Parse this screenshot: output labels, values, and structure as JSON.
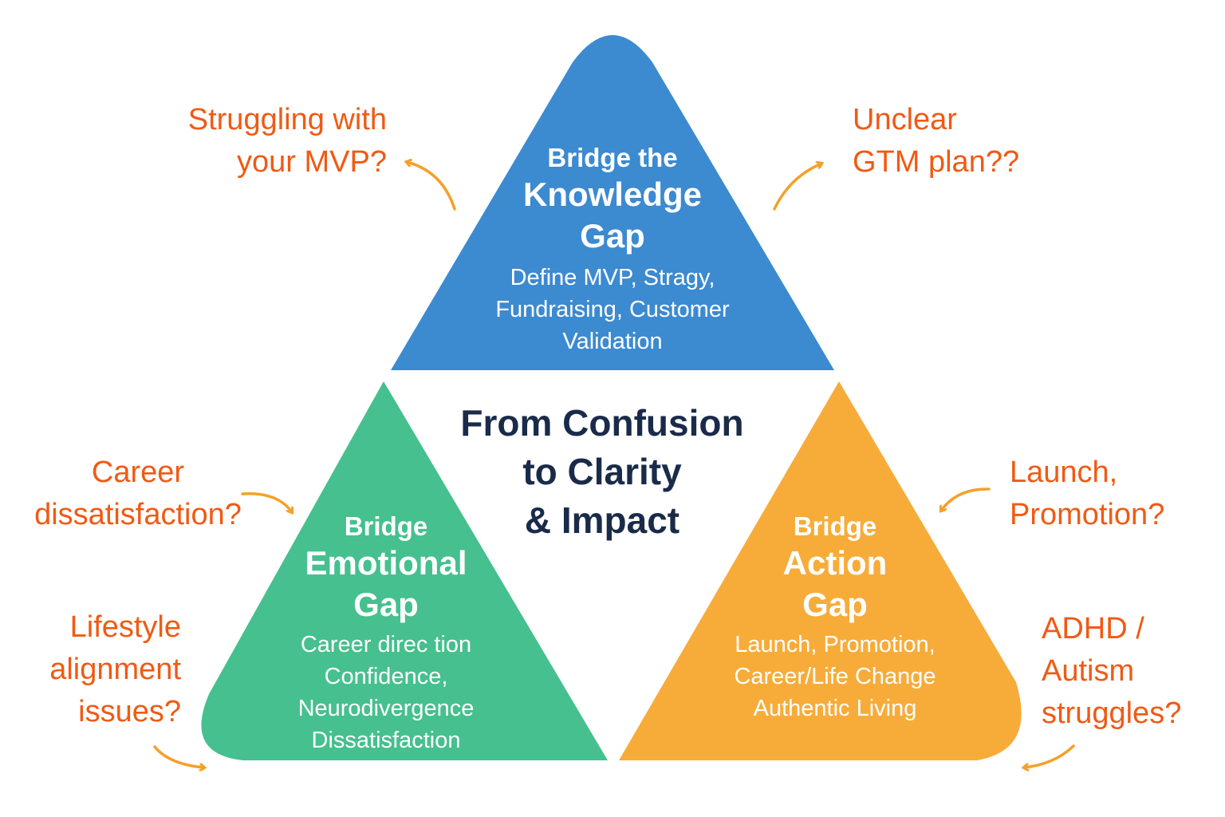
{
  "colors": {
    "knowledge": "#3c8ad0",
    "emotional": "#45c08e",
    "action": "#f7ac3a",
    "callout_text": "#f05a14",
    "arrow": "#f5a02a",
    "title": "#1a2b4a"
  },
  "center_title": [
    "From Confusion",
    "to Clarity",
    "& Impact"
  ],
  "triangles": {
    "knowledge": {
      "kicker": "Bridge the",
      "title": [
        "Knowledge",
        "Gap"
      ],
      "details": [
        "Define MVP, Stragy,",
        "Fundraising, Customer",
        "Validation"
      ]
    },
    "emotional": {
      "kicker": "Bridge",
      "title": [
        "Emotional",
        "Gap"
      ],
      "details": [
        "Career direc tion",
        "Confidence,",
        "Neurodivergence",
        "Dissatisfaction"
      ]
    },
    "action": {
      "kicker": "Bridge",
      "title": [
        "Action",
        "Gap"
      ],
      "details": [
        "Launch, Promotion,",
        "Career/Life Change",
        "Authentic Living"
      ]
    }
  },
  "callouts": {
    "mvp": [
      "Struggling with",
      "your MVP?"
    ],
    "gtm": [
      "Unclear",
      "GTM plan??"
    ],
    "career": [
      "Career",
      "dissatisfaction?"
    ],
    "lifestyle": [
      "Lifestyle",
      "alignment",
      "issues?"
    ],
    "launch": [
      "Launch,",
      "Promotion?"
    ],
    "adhd": [
      "ADHD /",
      "Autism",
      "struggles?"
    ]
  }
}
